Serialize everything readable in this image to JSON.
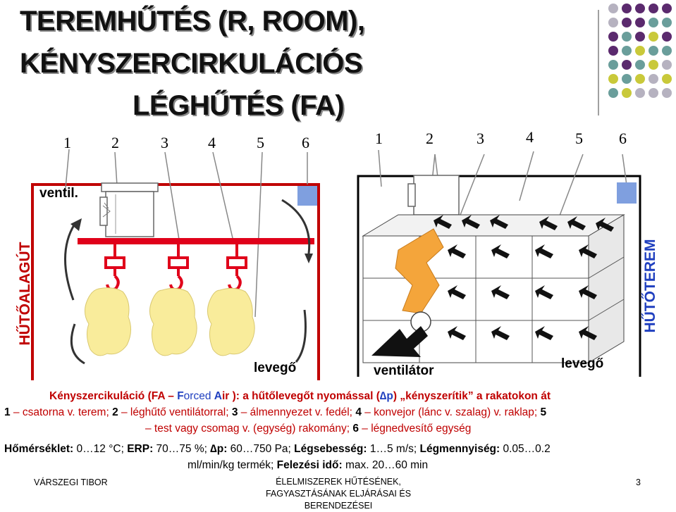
{
  "title": {
    "line1": "TEREMHŰTÉS (R, ROOM),",
    "line2": "KÉNYSZERCIRKULÁCIÓS",
    "line3": "LÉGHŰTÉS (FA)"
  },
  "left_numbers": [
    "1",
    "2",
    "3",
    "4",
    "5",
    "6"
  ],
  "right_numbers": [
    "1",
    "2",
    "3",
    "4",
    "5",
    "6"
  ],
  "left_diagram": {
    "ventil_label": "ventil.",
    "air_label": "levegő"
  },
  "right_diagram": {
    "fan_label": "ventilátor",
    "air_label": "levegő"
  },
  "side_labels": {
    "left": "HŰTŐALAGÚT",
    "right": "HŰTŐTEREM"
  },
  "description": {
    "l1_a": "Kényszercikuláció (FA – ",
    "l1_b": "F",
    "l1_c": "orced ",
    "l1_d": "A",
    "l1_e": "ir ): a hűtőlevegőt nyomással (",
    "l1_f": "∆p",
    "l1_g": ") „kényszerítik” a rakatokon át",
    "l2_1": "1",
    "l2_1t": " – csatorna v. terem; ",
    "l2_2": "2",
    "l2_2t": " – léghűtő ventilátorral; ",
    "l2_3": "3",
    "l2_3t": " – álmennyezet v. fedél; ",
    "l2_4": "4",
    "l2_4t": " – konvejor (lánc v. szalag) v. raklap; ",
    "l2_5": "5",
    "l3_5t": "– test vagy csomag v. (egység) rakomány; ",
    "l3_6": "6",
    "l3_6t": " – légnedvesítő egység",
    "l4_a": "Hőmérséklet:",
    "l4_b": " 0…12 °C; ",
    "l4_c": "ERP:",
    "l4_d": " 70…75 %; ",
    "l4_e": "∆p:",
    "l4_f": " 60…750 Pa; ",
    "l4_g": "Légsebesség:",
    "l4_h": " 1…5 m/s; ",
    "l4_i": "Légmennyiség:",
    "l4_j": " 0.05…0.2",
    "l5_a": "ml/min/kg termék; ",
    "l5_b": "Felezési idő:",
    "l5_c": " max. 20…60 min"
  },
  "footer": {
    "author": "VÁRSZEGI TIBOR",
    "course_l1": "ÉLELMISZEREK HŰTÉSÉNEK,",
    "course_l2": "FAGYASZTÁSÁNAK ELJÁRÁSAI ÉS",
    "course_l3": "BERENDEZÉSEI",
    "page": "3"
  },
  "colors": {
    "red": "#c00000",
    "blue": "#1f3fbf",
    "carcass": "#f9ec9b",
    "orange": "#f4a53b",
    "dot_purple": "#5b2a6e",
    "dot_teal": "#6a9e9b",
    "dot_yellow": "#c9c93a",
    "dot_gray": "#b6b2c0",
    "blue_square": "#7f9fdf"
  }
}
